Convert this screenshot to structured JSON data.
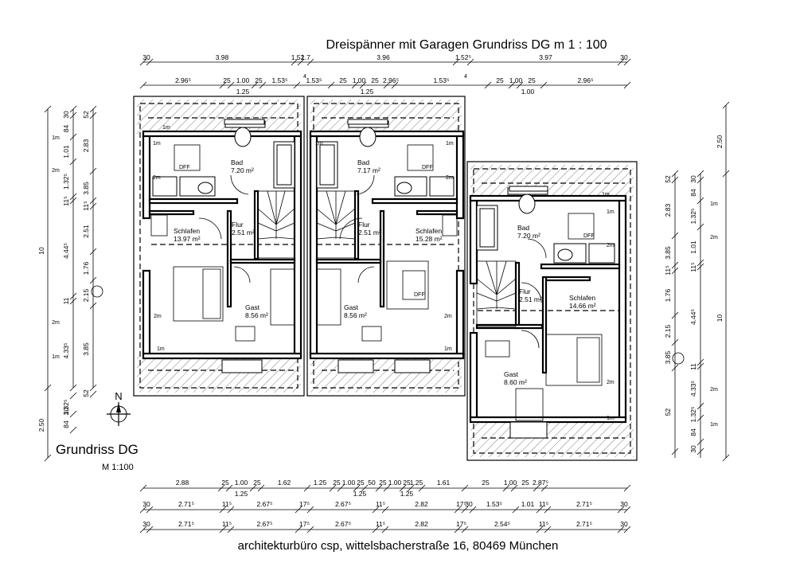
{
  "title": "Dreispänner mit Garagen  Grundriss DG m 1 : 100",
  "caption": {
    "main": "Grundriss DG",
    "scale": "M 1:100"
  },
  "footer": "architekturbüro csp, wittelsbacherstraße 16, 80469 München",
  "north_label": "N",
  "rooms": [
    {
      "name": "Bad",
      "area": "7.20 m²"
    },
    {
      "name": "Flur",
      "area": "2.51 m²"
    },
    {
      "name": "Schlafen",
      "area": "13.97 m²"
    },
    {
      "name": "Gast",
      "area": "8.56 m²"
    },
    {
      "name": "Bad",
      "area": "7.17 m²"
    },
    {
      "name": "Flur",
      "area": "2.51 m²"
    },
    {
      "name": "Schlafen",
      "area": "15.28 m²"
    },
    {
      "name": "Gast",
      "area": "8.56 m²"
    },
    {
      "name": "Bad",
      "area": "7.20 m²"
    },
    {
      "name": "Flur",
      "area": "2.51 m²"
    },
    {
      "name": "Schlafen",
      "area": "14.66 m²"
    },
    {
      "name": "Gast",
      "area": "8.60 m²"
    }
  ],
  "room_marks": {
    "one_m": "1m",
    "two_m": "2m",
    "dff": "DFF"
  },
  "dimensions": {
    "top_row1": [
      "30",
      "3.98",
      "1.52",
      "1.7",
      "3.96",
      "1.52⁵",
      "3.97",
      "30"
    ],
    "top_row2": [
      "2.96⁵",
      "25",
      "1.00",
      "25",
      "1.53⁵",
      "1.53⁵",
      "25",
      "1.00",
      "25",
      "2.96⁵",
      "1.53⁵",
      "25",
      "1.00",
      "25",
      "2.96⁵"
    ],
    "top_row2_sub": [
      "1.25",
      "1.25",
      "1.00"
    ],
    "top_small": [
      "4",
      "4"
    ],
    "bottom_row1": [
      "2.88",
      "25",
      "1.00",
      "25",
      "1.62",
      "1.25",
      "25",
      "1.00",
      "25",
      "50",
      "25",
      "1.00",
      "25",
      "1.25",
      "1.61",
      "25",
      "1.00",
      "25",
      "2.87⁵"
    ],
    "bottom_row1_sub": [
      "1.25",
      "1.25",
      "1.25"
    ],
    "bottom_row2": [
      "30",
      "2.71⁵",
      "11⁵",
      "2.67⁵",
      "17⁵",
      "2.67⁵",
      "11⁵",
      "2.82",
      "17⁵",
      "30",
      "1.53⁵",
      "1.01",
      "11⁵",
      "2.71⁵",
      "30"
    ],
    "bottom_row3": [
      "30",
      "2.71⁵",
      "11⁵",
      "2.67⁵",
      "17⁵",
      "2.67⁵",
      "11⁵",
      "2.82",
      "17⁵",
      "2.54⁵",
      "11⁵",
      "2.71⁵",
      "30"
    ],
    "left_outer": [
      "10",
      "2.50"
    ],
    "left_row": [
      "30",
      "84",
      "1.01",
      "1.32⁵",
      "11⁵",
      "4.44⁵",
      "11",
      "4.33⁵",
      "1.32⁵",
      "84",
      "30"
    ],
    "left_row2": [
      "52",
      "2.83",
      "3.85",
      "11⁵",
      "2.51",
      "1.76",
      "2.15",
      "3.85",
      "52"
    ],
    "left_marks": [
      "1m",
      "2m",
      "2m",
      "1m"
    ],
    "right_outer": [
      "2.50",
      "10"
    ],
    "right_row": [
      "52",
      "2.83",
      "3.85",
      "11⁵",
      "1.76",
      "2.15",
      "3.85",
      "52"
    ],
    "right_row2": [
      "30",
      "84",
      "1.32⁵",
      "1.01",
      "11⁵",
      "4.44⁵",
      "11",
      "4.33⁵",
      "1.32⁵",
      "84",
      "30"
    ],
    "right_marks": [
      "1m",
      "2m",
      "2m",
      "1m"
    ]
  }
}
